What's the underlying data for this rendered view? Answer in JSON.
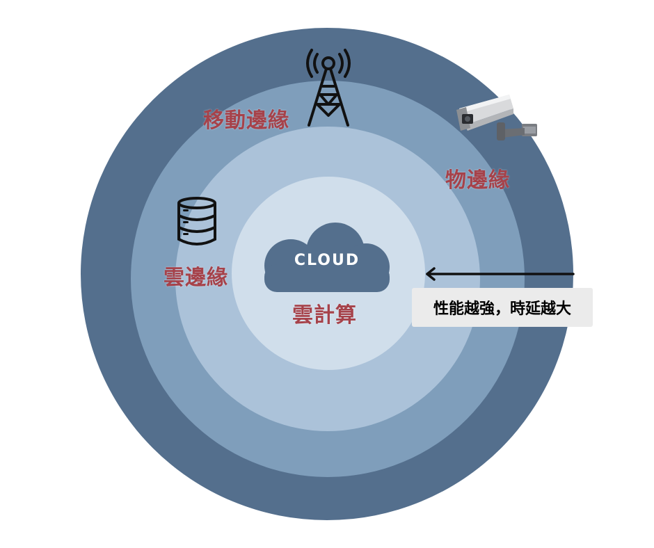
{
  "colors": {
    "ring_outer": "#546f8d",
    "ring_mid": "#7f9ebb",
    "ring_inner": "#abc2d9",
    "ring_core": "#d0deeb",
    "label_red": "#a6424a",
    "cloud_fill": "#546f8d",
    "callout_bg": "#ebebeb",
    "icon_dark": "#111111"
  },
  "layers": {
    "mobile_edge": "移動邊緣",
    "iot_edge": "物邊緣",
    "cloud_edge": "雲邊緣",
    "cloud_computing": "雲計算"
  },
  "cloud_icon_text": "CLOUD",
  "callout": {
    "text": "性能越強，時延越大"
  },
  "icons": {
    "tower": "cell-tower-icon",
    "camera": "security-camera-icon",
    "database": "database-icon",
    "cloud": "cloud-icon",
    "arrow": "arrow-left-icon"
  }
}
